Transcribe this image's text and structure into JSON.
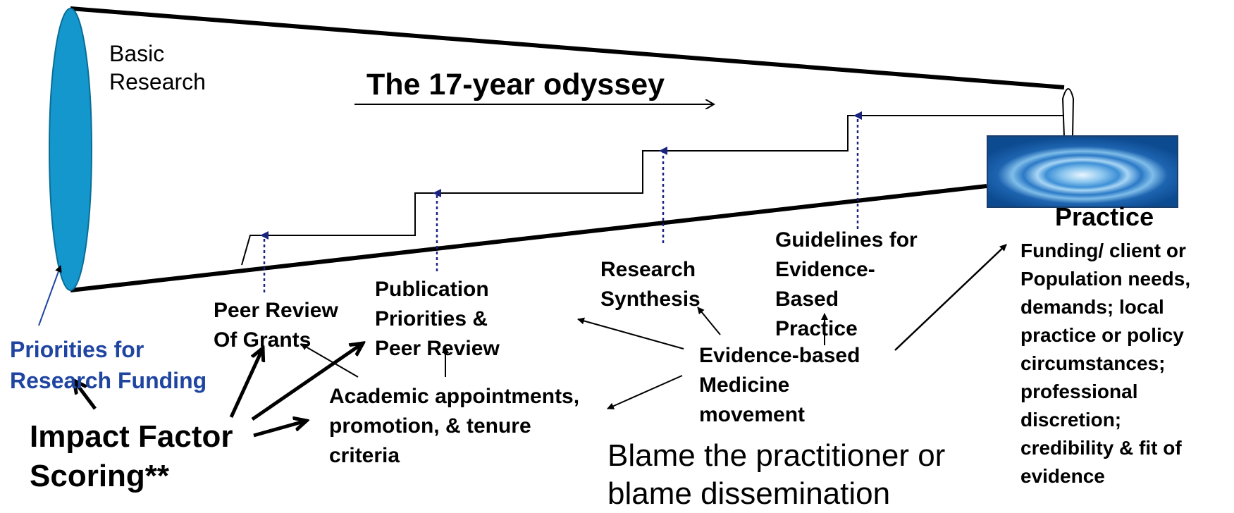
{
  "title": "The 17-year odyssey",
  "labels": {
    "basic_research": "Basic\nResearch",
    "peer_review_grants": "Peer Review\nOf Grants",
    "publication_priorities": "Publication\nPriorities &\nPeer Review",
    "research_synthesis": "Research\nSynthesis",
    "guidelines": "Guidelines for\nEvidence-\nBased\nPractice",
    "practice": "Practice",
    "practice_factors": "Funding/ client or\nPopulation needs,\ndemands; local\npractice or policy\ncircumstances;\nprofessional\ndiscretion;\ncredibility & fit of\nevidence",
    "priorities_funding": "Priorities for\nResearch Funding",
    "impact_factor": "Impact Factor\nScoring**",
    "academic_appointments": "Academic appointments,\npromotion, & tenure\ncriteria",
    "ebm_movement": "Evidence-based\nMedicine\nmovement",
    "blame": "Blame the practitioner or\nblame dissemination"
  },
  "colors": {
    "cone_fill": "#1497CC",
    "blue_text": "#1F45A0",
    "dotted_arrow": "#1a237e",
    "outline": "#000000"
  },
  "icons": {
    "practice_image": "water-ripple-image"
  }
}
